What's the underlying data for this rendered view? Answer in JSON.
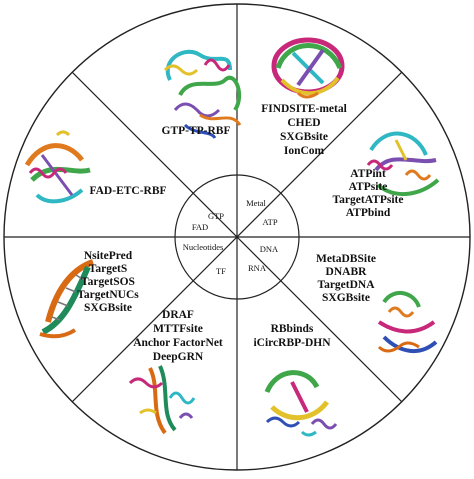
{
  "diagram": {
    "inner_categories": {
      "gtp": "GTP",
      "metal": "Metal",
      "fad": "FAD",
      "atp": "ATP",
      "nucleotides": "Nucleotides",
      "dna": "DNA",
      "tf": "TF",
      "rna": "RNA"
    },
    "sectors": {
      "gtp": {
        "lines": [
          "GTP-TP-RBF"
        ]
      },
      "metal": {
        "lines": [
          "FINDSITE-metal",
          "CHED",
          "SXGBsite",
          "IonCom"
        ]
      },
      "atp": {
        "lines": [
          "ATPint",
          "ATPsite",
          "TargetATPsite",
          "ATPbind"
        ]
      },
      "dna": {
        "lines": [
          "MetaDBSite",
          "DNABR",
          "TargetDNA",
          "SXGBsite"
        ]
      },
      "rna": {
        "lines": [
          "RBbinds",
          "iCircRBP-DHN"
        ]
      },
      "tf": {
        "lines": [
          "DRAF",
          "MTTFsite",
          "Anchor FactorNet",
          "DeepGRN"
        ]
      },
      "nucleotides": {
        "lines": [
          "NsitePred",
          "TargetS",
          "TargetSOS",
          "TargetNUCs",
          "SXGBsite"
        ]
      },
      "fad": {
        "lines": [
          "FAD-ETC-RBF"
        ]
      }
    },
    "colors": {
      "ring": "#ffffff",
      "border": "#222222",
      "protein_cyan": "#2fb8c4",
      "protein_green": "#3fa64a",
      "protein_orange": "#e07a1f",
      "protein_purple": "#7b4fb0",
      "protein_magenta": "#c8287a",
      "protein_blue": "#2f4fb5",
      "protein_yellow": "#e2c12a",
      "dna_green": "#1f8a5a",
      "dna_orange": "#d96a14"
    }
  }
}
